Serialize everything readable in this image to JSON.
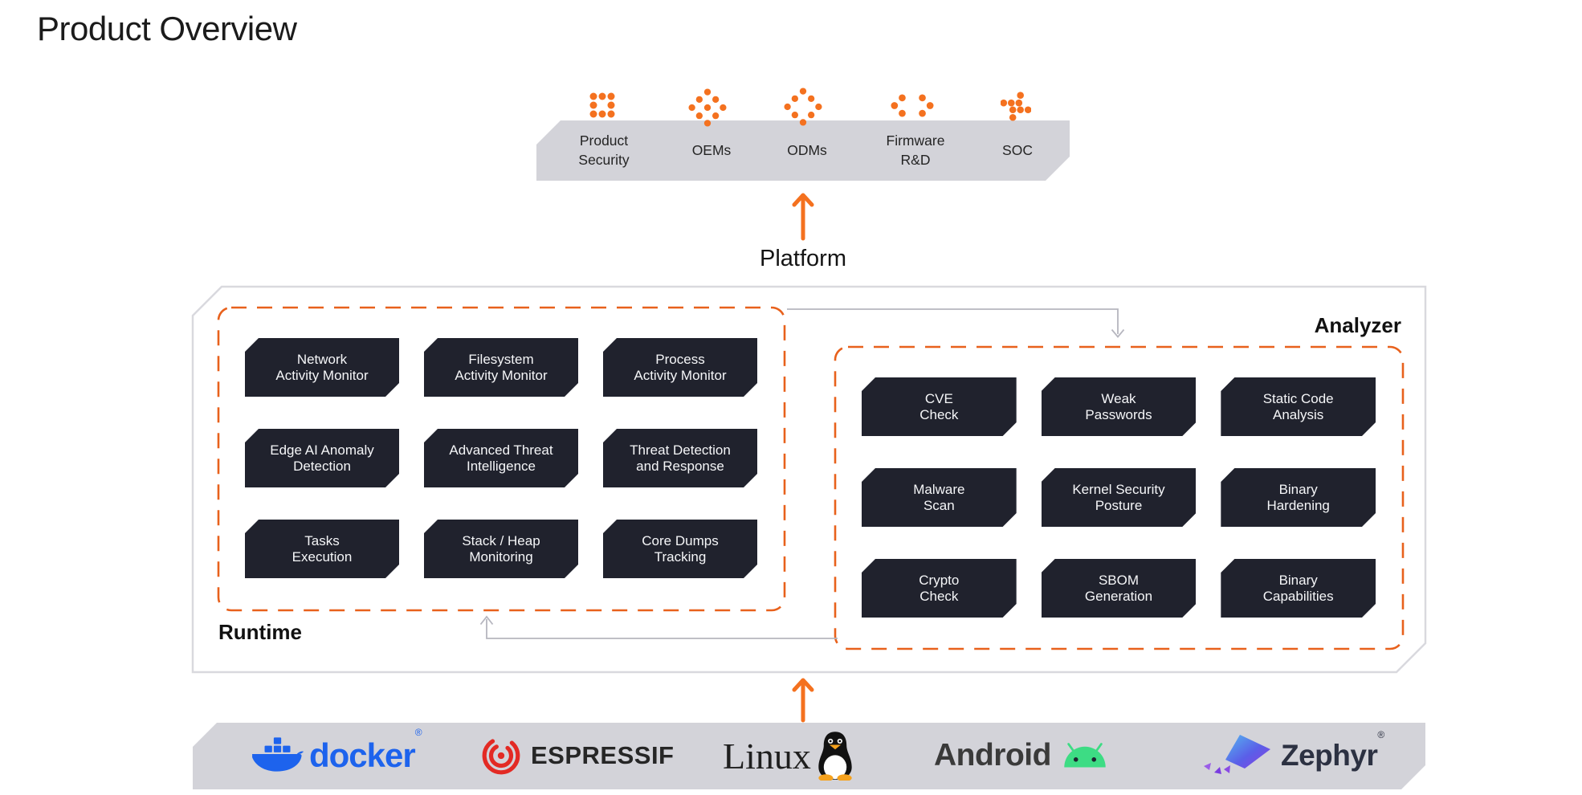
{
  "title": "Product Overview",
  "colors": {
    "orange": "#F4711F",
    "dashed_orange": "#E8611C",
    "banner_gray": "#D3D3D9",
    "box_dark": "#20222D",
    "outer_border": "#D9D9DE",
    "connector_gray": "#B6B6BF",
    "docker_blue": "#1D63ED",
    "espressif_red": "#E32A24",
    "android_green": "#3DDC84",
    "zephyr_dark": "#2C3142"
  },
  "audience_bar": {
    "items": [
      {
        "label": "Product Security",
        "icon": "dots-square-icon"
      },
      {
        "label": "OEMs",
        "icon": "dots-diamond-filled-icon"
      },
      {
        "label": "ODMs",
        "icon": "dots-diamond-icon"
      },
      {
        "label": "Firmware R&D",
        "icon": "dots-chevrons-icon"
      },
      {
        "label": "SOC",
        "icon": "dots-arrow-icon"
      }
    ]
  },
  "platform": {
    "label": "Platform"
  },
  "runtime": {
    "label": "Runtime",
    "boxes": [
      [
        "Network",
        "Activity Monitor"
      ],
      [
        "Filesystem",
        "Activity Monitor"
      ],
      [
        "Process",
        "Activity Monitor"
      ],
      [
        "Edge AI Anomaly",
        "Detection"
      ],
      [
        "Advanced Threat",
        "Intelligence"
      ],
      [
        "Threat Detection",
        "and Response"
      ],
      [
        "Tasks",
        "Execution"
      ],
      [
        "Stack / Heap",
        "Monitoring"
      ],
      [
        "Core Dumps",
        "Tracking"
      ]
    ]
  },
  "analyzer": {
    "label": "Analyzer",
    "boxes": [
      [
        "CVE",
        "Check"
      ],
      [
        "Weak",
        "Passwords"
      ],
      [
        "Static Code",
        "Analysis"
      ],
      [
        "Malware",
        "Scan"
      ],
      [
        "Kernel Security",
        "Posture"
      ],
      [
        "Binary",
        "Hardening"
      ],
      [
        "Crypto",
        "Check"
      ],
      [
        "SBOM",
        "Generation"
      ],
      [
        "Binary",
        "Capabilities"
      ]
    ]
  },
  "partners": {
    "docker": {
      "label": "docker",
      "reg": "®"
    },
    "espressif": {
      "label": "ESPRESSIF"
    },
    "linux": {
      "label": "Linux"
    },
    "android": {
      "label": "Android"
    },
    "zephyr": {
      "label": "Zephyr",
      "reg": "®"
    }
  }
}
